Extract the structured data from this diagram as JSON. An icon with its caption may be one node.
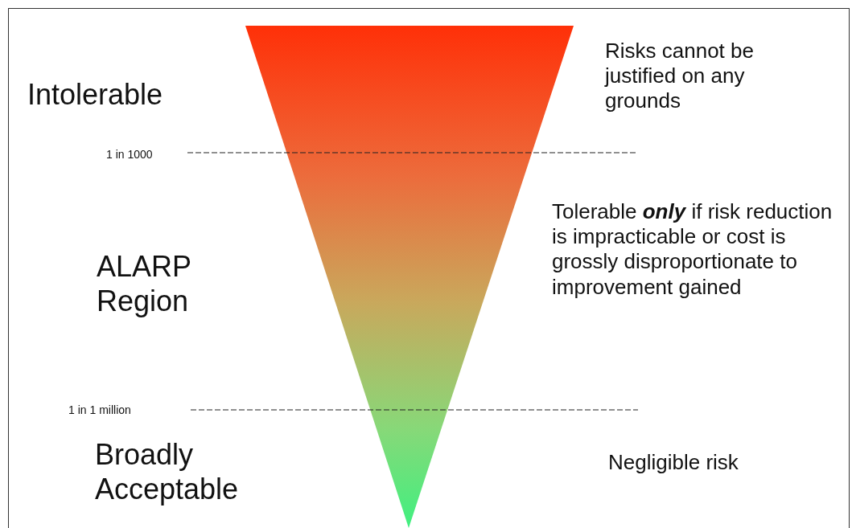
{
  "diagram": {
    "labels": [
      "Intolerable",
      "Risks cannot be justified on any grounds",
      "1 in 1000",
      "Tolerable **only** if risk reduction is impracticable or cost is grossly disproportionate to improvement gained",
      "ALARP Region",
      "1 in 1 million",
      "Broadly Acceptable",
      "Negligible risk"
    ]
  }
}
